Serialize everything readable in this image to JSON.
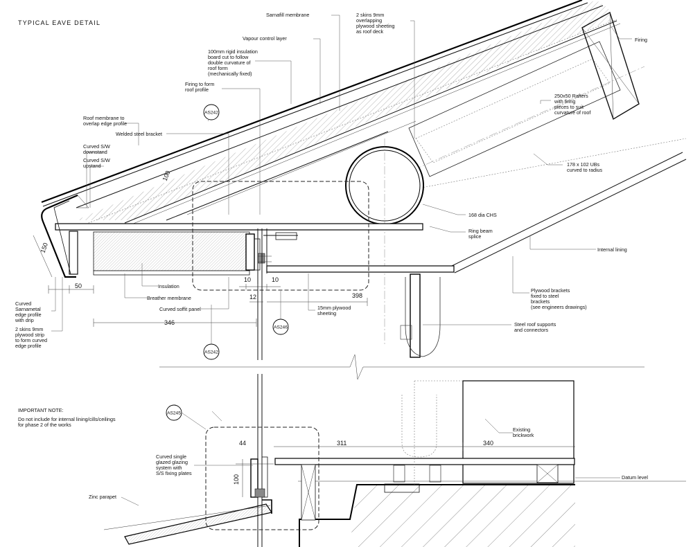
{
  "title": "TYPICAL EAVE DETAIL",
  "labels": {
    "sarnafill": "Sarnafill membrane",
    "vapour": "Vapour control layer",
    "insul_1": "100mm rigid insulation",
    "insul_2": "board cut to follow",
    "insul_3": "double curvature of",
    "insul_4": "roof form",
    "insul_5": "(mechanically fixed)",
    "skins_1": "2 skins 9mm",
    "skins_2": "overlapping",
    "skins_3": "plywood sheeting",
    "skins_4": "as roof deck",
    "firing": "Firing",
    "firing_form_1": "Firing to form",
    "firing_form_2": "roof profile",
    "rafters_1": "250x50 Rafters",
    "rafters_2": "with firing",
    "rafters_3": "pieces to suit",
    "rafters_4": "curvature of roof",
    "roof_membrane_1": "Roof membrane to",
    "roof_membrane_2": "overlap edge profile",
    "welded": "Welded steel bracket",
    "downstand_1": "Curved S/W",
    "downstand_2": "downstand",
    "upstand_1": "Curved S/W",
    "upstand_2": "upstand",
    "ubs_1": "178 x 102 UBs",
    "ubs_2": "curved to radius",
    "chs": "168 dia CHS",
    "ring_beam_1": "Ring beam",
    "ring_beam_2": "splice",
    "internal_lining": "Internal lining",
    "insulation": "Insulation",
    "breather": "Breather membrane",
    "soffit": "Curved soffit panel",
    "plywood_15_1": "15mm plywood",
    "plywood_15_2": "sheeting",
    "plywood_brackets_1": "Plywood brackets",
    "plywood_brackets_2": "fixed to steel",
    "plywood_brackets_3": "brackets",
    "plywood_brackets_4": "(see engineers drawings)",
    "steel_supports_1": "Steel roof supports",
    "steel_supports_2": "and connectors",
    "sarnametal_1": "Curved",
    "sarnametal_2": "Sarnametal",
    "sarnametal_3": "edge profile",
    "sarnametal_4": "with drip",
    "strip_1": "2 skins 9mm",
    "strip_2": "plywood strip",
    "strip_3": "to form curved",
    "strip_4": "edge profile",
    "note_head": "IMPORTANT NOTE:",
    "note_1": "Do not include for internal lining/cills/ceilings",
    "note_2": "for phase 2 of the works",
    "glazing_1": "Curved single",
    "glazing_2": "glazed glazing",
    "glazing_3": "system with",
    "glazing_4": "S/S fixing plates",
    "brickwork_1": "Existing",
    "brickwork_2": "brickwork",
    "zinc": "Zinc parapet",
    "datum": "Datum level"
  },
  "dims": {
    "d100_roof": "100",
    "d150": "150",
    "d50": "50",
    "d346": "346",
    "d10a": "10",
    "d10b": "10",
    "d12": "12",
    "d398": "398",
    "d44": "44",
    "d311": "311",
    "d340": "340",
    "d100_glaze": "100"
  },
  "tags": {
    "as242_top": "AS242",
    "as242_bottom": "AS242",
    "as246": "AS246",
    "as245": "AS245"
  }
}
